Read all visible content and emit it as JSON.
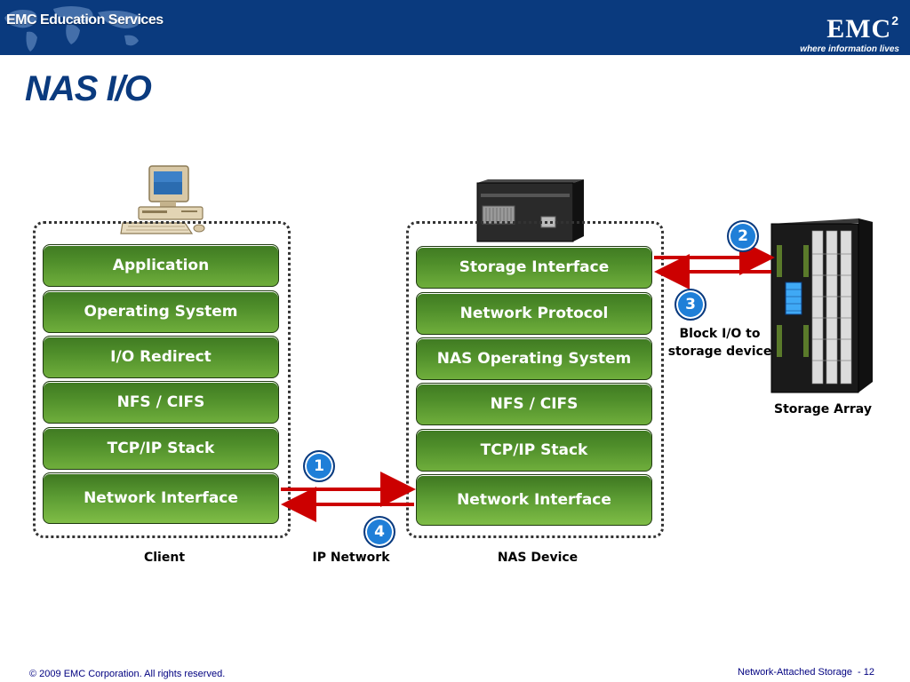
{
  "header": {
    "left_brand": "EMC Education Services",
    "logo": "EMC",
    "logo_sup": "2",
    "tagline": "where information lives"
  },
  "title": "NAS I/O",
  "client_stack": [
    "Application",
    "Operating System",
    "I/O Redirect",
    "NFS / CIFS",
    "TCP/IP Stack",
    "Network Interface"
  ],
  "nas_stack": [
    "Storage Interface",
    "Network Protocol",
    "NAS Operating System",
    "NFS / CIFS",
    "TCP/IP Stack",
    "Network Interface"
  ],
  "badges": {
    "one": "1",
    "two": "2",
    "three": "3",
    "four": "4"
  },
  "labels": {
    "block_io_line1": "Block I/O to",
    "block_io_line2": "storage device",
    "storage_array": "Storage Array",
    "client": "Client",
    "ip_network": "IP Network",
    "nas_device": "NAS Device"
  },
  "footer": {
    "copyright": "© 2009 EMC Corporation. All rights reserved.",
    "section": "Network-Attached Storage",
    "page": "- 12"
  },
  "colors": {
    "header_bg": "#0a3a7e",
    "layer_green": "#4f8e2a",
    "arrow_red": "#cc0000",
    "badge_blue": "#1f7fd8"
  }
}
